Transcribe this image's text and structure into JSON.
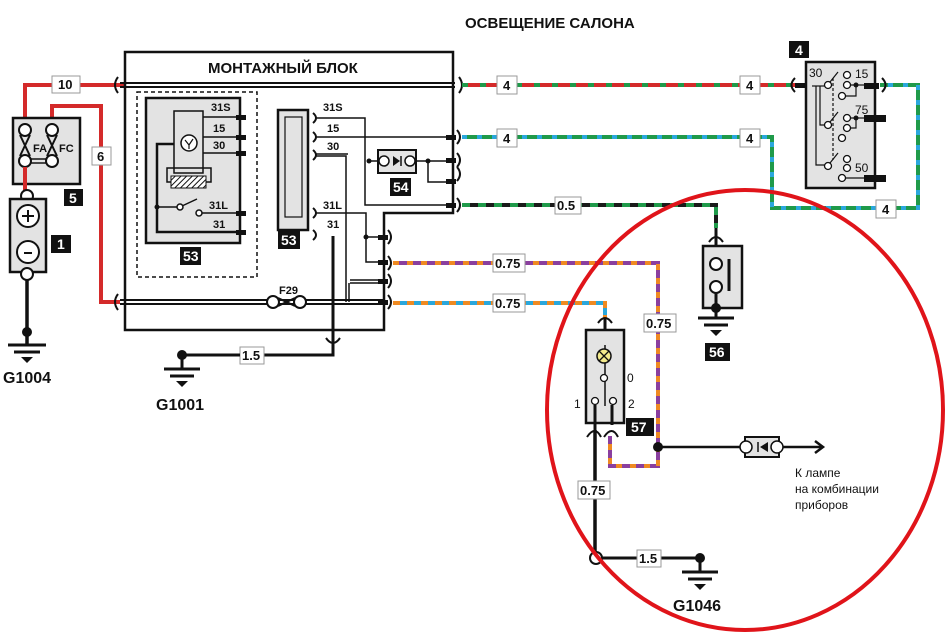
{
  "title": "ОСВЕЩЕНИЕ САЛОНА",
  "mounting_block": {
    "label": "МОНТАЖНЫЙ БЛОК",
    "relay_unit_badge": "53",
    "relay_pins": [
      "31S",
      "15",
      "30",
      "31L",
      "31"
    ],
    "connector_badge": "53",
    "connector_pins": [
      "31S",
      "15",
      "30",
      "31L",
      "31"
    ],
    "diode_badge": "54",
    "fuse_label": "F29"
  },
  "fuse_box": {
    "badge": "5",
    "fuses": [
      "FA",
      "FC"
    ]
  },
  "battery": {
    "badge": "1",
    "plus": "+",
    "minus": "−"
  },
  "ignition_switch": {
    "badge": "4",
    "pins": [
      "30",
      "15",
      "75",
      "50"
    ]
  },
  "door_switch": {
    "badge": "56"
  },
  "interior_lamp": {
    "badge": "57",
    "positions": [
      "0",
      "1",
      "2"
    ]
  },
  "wire_labels": {
    "fusebox_to_block": "10",
    "fusebox_fc": "6",
    "red_green_a": "4",
    "red_green_b": "4",
    "blue_green_a": "4",
    "blue_green_b": "4",
    "switch_return": "4",
    "black_green": "0.5",
    "purple_orange": "0.75",
    "blue_orange": "0.75",
    "purple_orange_vertical": "0.75",
    "lamp_ground": "0.75",
    "ground_g1001": "1.5",
    "ground_g1046": "1.5"
  },
  "grounds": [
    "G1004",
    "G1001",
    "G1046"
  ],
  "destination_note": [
    "К лампе",
    "на комбинации",
    "приборов"
  ],
  "colors": {
    "red": "#d42a2a",
    "green": "#1f9a4a",
    "blue": "#2aa7dc",
    "orange": "#ef8a22",
    "purple": "#8a3f9e",
    "black": "#1a1a1a",
    "highlight": "#e0141a",
    "component_fill": "#e3e3e3"
  }
}
